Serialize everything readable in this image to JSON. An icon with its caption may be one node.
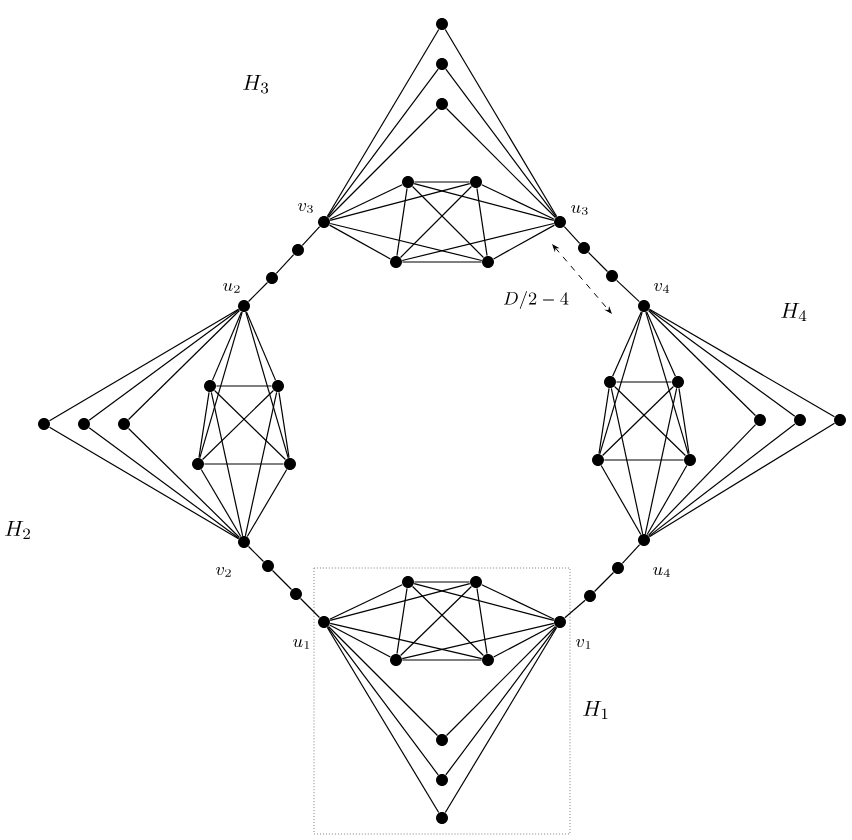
{
  "diagram": {
    "nodes": [
      {
        "text": [],
        "shape": "circle",
        "beside": [
          "v_3"
        ]
      },
      {
        "text": [],
        "shape": "circle",
        "beside": [
          "u_3"
        ]
      },
      {
        "text": [],
        "shape": "circle"
      },
      {
        "text": [],
        "shape": "circle"
      },
      {
        "text": [],
        "shape": "circle"
      },
      {
        "text": [],
        "shape": "circle"
      },
      {
        "text": [],
        "shape": "circle"
      },
      {
        "text": [],
        "shape": "circle"
      },
      {
        "text": [],
        "shape": "circle"
      },
      {
        "text": [],
        "shape": "circle",
        "beside": [
          "u_2"
        ]
      },
      {
        "text": [],
        "shape": "circle",
        "beside": [
          "v_2"
        ]
      },
      {
        "text": [],
        "shape": "circle"
      },
      {
        "text": [],
        "shape": "circle"
      },
      {
        "text": [],
        "shape": "circle"
      },
      {
        "text": [],
        "shape": "circle"
      },
      {
        "text": [],
        "shape": "circle"
      },
      {
        "text": [],
        "shape": "circle"
      },
      {
        "text": [],
        "shape": "circle"
      },
      {
        "text": [],
        "shape": "circle",
        "beside": [
          "v_4"
        ]
      },
      {
        "text": [],
        "shape": "circle",
        "beside": [
          "u_4"
        ]
      },
      {
        "text": [],
        "shape": "circle"
      },
      {
        "text": [],
        "shape": "circle"
      },
      {
        "text": [],
        "shape": "circle"
      },
      {
        "text": [],
        "shape": "circle"
      },
      {
        "text": [],
        "shape": "circle"
      },
      {
        "text": [],
        "shape": "circle"
      },
      {
        "text": [],
        "shape": "circle"
      },
      {
        "text": [],
        "shape": "circle",
        "beside": [
          "u_1"
        ]
      },
      {
        "text": [],
        "shape": "circle",
        "beside": [
          "v_1"
        ]
      },
      {
        "text": [],
        "shape": "circle"
      },
      {
        "text": [],
        "shape": "circle"
      },
      {
        "text": [],
        "shape": "circle"
      },
      {
        "text": [],
        "shape": "circle"
      },
      {
        "text": [],
        "shape": "circle"
      },
      {
        "text": [],
        "shape": "circle"
      },
      {
        "text": [],
        "shape": "circle"
      },
      {
        "text": [],
        "shape": "circle"
      },
      {
        "text": [],
        "shape": "circle"
      },
      {
        "text": [],
        "shape": "circle"
      },
      {
        "text": [],
        "shape": "circle"
      },
      {
        "text": [],
        "shape": "circle"
      },
      {
        "text": [],
        "shape": "circle"
      },
      {
        "text": [],
        "shape": "circle"
      },
      {
        "text": [],
        "shape": "circle"
      }
    ],
    "edges": [
      {
        "from": 2,
        "to": 3,
        "arrow": "none"
      },
      {
        "from": 2,
        "to": 4,
        "arrow": "none"
      },
      {
        "from": 2,
        "to": 5,
        "arrow": "none"
      },
      {
        "from": 3,
        "to": 4,
        "arrow": "none"
      },
      {
        "from": 3,
        "to": 5,
        "arrow": "none"
      },
      {
        "from": 4,
        "to": 5,
        "arrow": "none"
      },
      {
        "from": 0,
        "to": 2,
        "arrow": "none"
      },
      {
        "from": 0,
        "to": 3,
        "arrow": "none"
      },
      {
        "from": 0,
        "to": 4,
        "arrow": "none"
      },
      {
        "from": 0,
        "to": 5,
        "arrow": "none"
      },
      {
        "from": 1,
        "to": 2,
        "arrow": "none"
      },
      {
        "from": 1,
        "to": 3,
        "arrow": "none"
      },
      {
        "from": 1,
        "to": 4,
        "arrow": "none"
      },
      {
        "from": 1,
        "to": 5,
        "arrow": "none"
      },
      {
        "from": 0,
        "to": 6,
        "arrow": "none"
      },
      {
        "from": 0,
        "to": 7,
        "arrow": "none"
      },
      {
        "from": 0,
        "to": 8,
        "arrow": "none"
      },
      {
        "from": 1,
        "to": 6,
        "arrow": "none"
      },
      {
        "from": 1,
        "to": 7,
        "arrow": "none"
      },
      {
        "from": 1,
        "to": 8,
        "arrow": "none"
      },
      {
        "from": 11,
        "to": 12,
        "arrow": "none"
      },
      {
        "from": 11,
        "to": 13,
        "arrow": "none"
      },
      {
        "from": 11,
        "to": 14,
        "arrow": "none"
      },
      {
        "from": 12,
        "to": 13,
        "arrow": "none"
      },
      {
        "from": 12,
        "to": 14,
        "arrow": "none"
      },
      {
        "from": 13,
        "to": 14,
        "arrow": "none"
      },
      {
        "from": 9,
        "to": 11,
        "arrow": "none"
      },
      {
        "from": 9,
        "to": 12,
        "arrow": "none"
      },
      {
        "from": 9,
        "to": 13,
        "arrow": "none"
      },
      {
        "from": 9,
        "to": 14,
        "arrow": "none"
      },
      {
        "from": 10,
        "to": 11,
        "arrow": "none"
      },
      {
        "from": 10,
        "to": 12,
        "arrow": "none"
      },
      {
        "from": 10,
        "to": 13,
        "arrow": "none"
      },
      {
        "from": 10,
        "to": 14,
        "arrow": "none"
      },
      {
        "from": 9,
        "to": 15,
        "arrow": "none"
      },
      {
        "from": 9,
        "to": 16,
        "arrow": "none"
      },
      {
        "from": 9,
        "to": 17,
        "arrow": "none"
      },
      {
        "from": 10,
        "to": 15,
        "arrow": "none"
      },
      {
        "from": 10,
        "to": 16,
        "arrow": "none"
      },
      {
        "from": 10,
        "to": 17,
        "arrow": "none"
      },
      {
        "from": 20,
        "to": 21,
        "arrow": "none"
      },
      {
        "from": 20,
        "to": 22,
        "arrow": "none"
      },
      {
        "from": 20,
        "to": 23,
        "arrow": "none"
      },
      {
        "from": 21,
        "to": 22,
        "arrow": "none"
      },
      {
        "from": 21,
        "to": 23,
        "arrow": "none"
      },
      {
        "from": 22,
        "to": 23,
        "arrow": "none"
      },
      {
        "from": 18,
        "to": 20,
        "arrow": "none"
      },
      {
        "from": 18,
        "to": 21,
        "arrow": "none"
      },
      {
        "from": 18,
        "to": 22,
        "arrow": "none"
      },
      {
        "from": 18,
        "to": 23,
        "arrow": "none"
      },
      {
        "from": 19,
        "to": 20,
        "arrow": "none"
      },
      {
        "from": 19,
        "to": 21,
        "arrow": "none"
      },
      {
        "from": 19,
        "to": 22,
        "arrow": "none"
      },
      {
        "from": 19,
        "to": 23,
        "arrow": "none"
      },
      {
        "from": 18,
        "to": 24,
        "arrow": "none"
      },
      {
        "from": 18,
        "to": 25,
        "arrow": "none"
      },
      {
        "from": 18,
        "to": 26,
        "arrow": "none"
      },
      {
        "from": 19,
        "to": 24,
        "arrow": "none"
      },
      {
        "from": 19,
        "to": 25,
        "arrow": "none"
      },
      {
        "from": 19,
        "to": 26,
        "arrow": "none"
      },
      {
        "from": 29,
        "to": 30,
        "arrow": "none"
      },
      {
        "from": 29,
        "to": 31,
        "arrow": "none"
      },
      {
        "from": 29,
        "to": 32,
        "arrow": "none"
      },
      {
        "from": 30,
        "to": 31,
        "arrow": "none"
      },
      {
        "from": 30,
        "to": 32,
        "arrow": "none"
      },
      {
        "from": 31,
        "to": 32,
        "arrow": "none"
      },
      {
        "from": 27,
        "to": 29,
        "arrow": "none"
      },
      {
        "from": 27,
        "to": 30,
        "arrow": "none"
      },
      {
        "from": 27,
        "to": 31,
        "arrow": "none"
      },
      {
        "from": 27,
        "to": 32,
        "arrow": "none"
      },
      {
        "from": 28,
        "to": 29,
        "arrow": "none"
      },
      {
        "from": 28,
        "to": 30,
        "arrow": "none"
      },
      {
        "from": 28,
        "to": 31,
        "arrow": "none"
      },
      {
        "from": 28,
        "to": 32,
        "arrow": "none"
      },
      {
        "from": 27,
        "to": 33,
        "arrow": "none"
      },
      {
        "from": 27,
        "to": 34,
        "arrow": "none"
      },
      {
        "from": 27,
        "to": 35,
        "arrow": "none"
      },
      {
        "from": 28,
        "to": 33,
        "arrow": "none"
      },
      {
        "from": 28,
        "to": 34,
        "arrow": "none"
      },
      {
        "from": 28,
        "to": 35,
        "arrow": "none"
      },
      {
        "from": 9,
        "to": 36,
        "arrow": "none"
      },
      {
        "from": 36,
        "to": 37,
        "arrow": "none"
      },
      {
        "from": 37,
        "to": 0,
        "arrow": "none"
      },
      {
        "from": 1,
        "to": 38,
        "arrow": "none"
      },
      {
        "from": 38,
        "to": 39,
        "arrow": "none"
      },
      {
        "from": 39,
        "to": 18,
        "arrow": "none"
      },
      {
        "from": 10,
        "to": 40,
        "arrow": "none"
      },
      {
        "from": 40,
        "to": 41,
        "arrow": "none"
      },
      {
        "from": 41,
        "to": 27,
        "arrow": "none"
      },
      {
        "from": 19,
        "to": 42,
        "arrow": "none"
      },
      {
        "from": 42,
        "to": 43,
        "arrow": "none"
      },
      {
        "from": 43,
        "to": 28,
        "arrow": "none"
      }
    ],
    "labels": [
      "H_3",
      "H_4",
      "D/2-4",
      "H_2",
      "H_1"
    ]
  }
}
